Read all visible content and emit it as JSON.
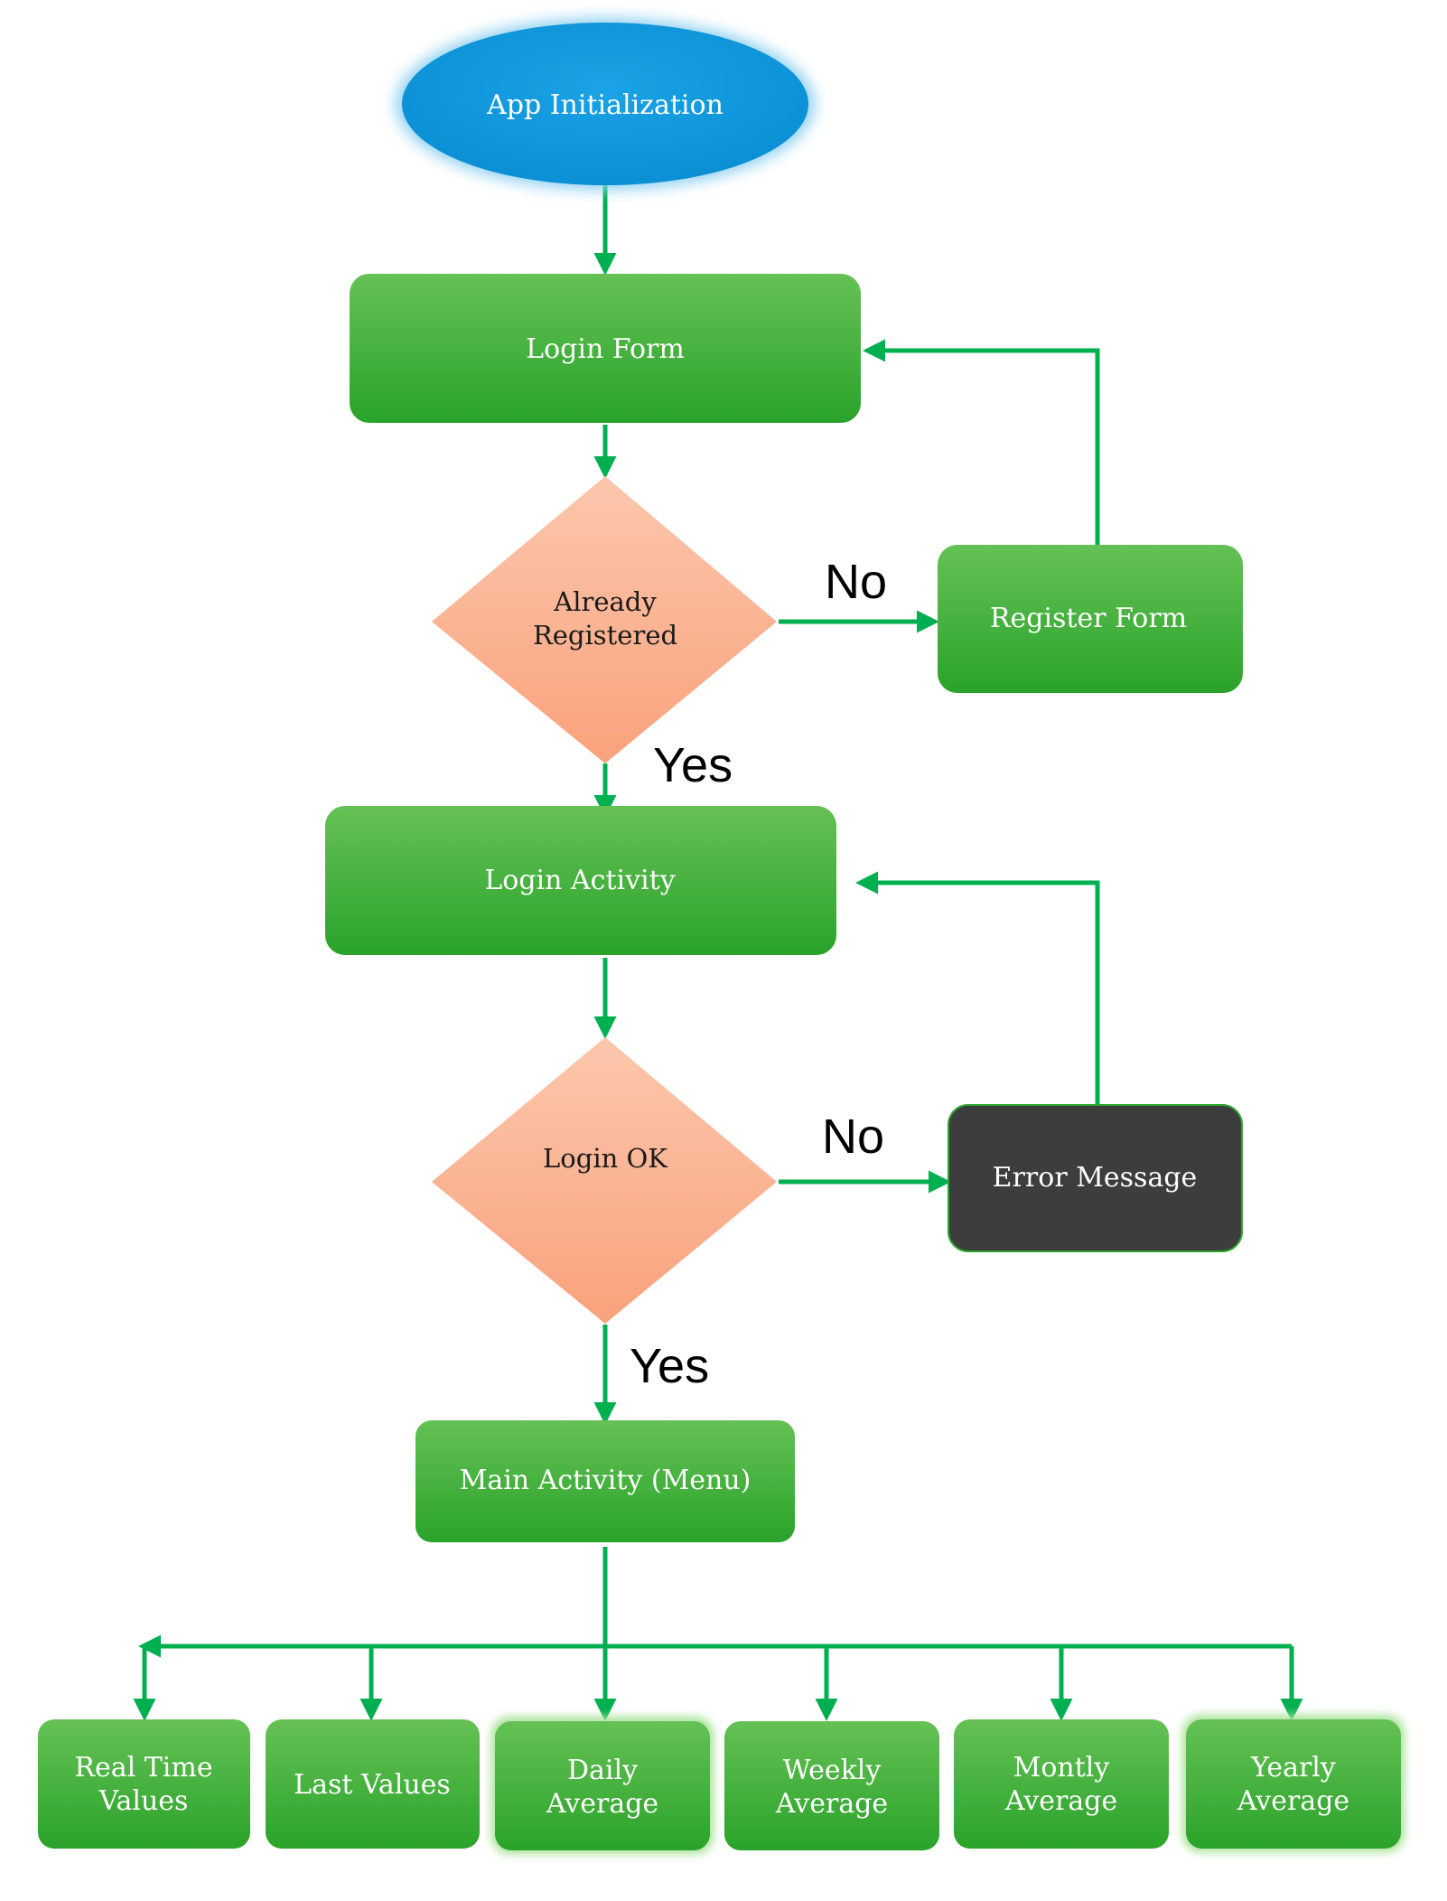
{
  "nodes": {
    "start": {
      "label": "App Initialization"
    },
    "login_form": {
      "label": "Login Form"
    },
    "already_registered": {
      "line1": "Already",
      "line2": "Registered"
    },
    "register_form": {
      "label": "Register Form"
    },
    "login_activity": {
      "label": "Login Activity"
    },
    "login_ok": {
      "label": "Login OK"
    },
    "error_message": {
      "label": "Error Message"
    },
    "main_activity": {
      "label": "Main Activity (Menu)"
    },
    "real_time": {
      "line1": "Real Time",
      "line2": "Values"
    },
    "last_values": {
      "label": "Last Values"
    },
    "daily": {
      "line1": "Daily",
      "line2": "Average"
    },
    "weekly": {
      "line1": "Weekly",
      "line2": "Average"
    },
    "monthly": {
      "line1": "Montly",
      "line2": "Average"
    },
    "yearly": {
      "line1": "Yearly",
      "line2": "Average"
    }
  },
  "edge_labels": {
    "registered_no": "No",
    "registered_yes": "Yes",
    "login_no": "No",
    "login_yes": "Yes"
  },
  "colors": {
    "process_fill_top": "#62be52",
    "process_fill_bottom": "#2ba52a",
    "decision_fill_top": "#fbc2a6",
    "decision_fill_bottom": "#f9a27d",
    "start_fill": "#0b97da",
    "error_fill": "#3d3d3d",
    "connector": "#00b050"
  }
}
